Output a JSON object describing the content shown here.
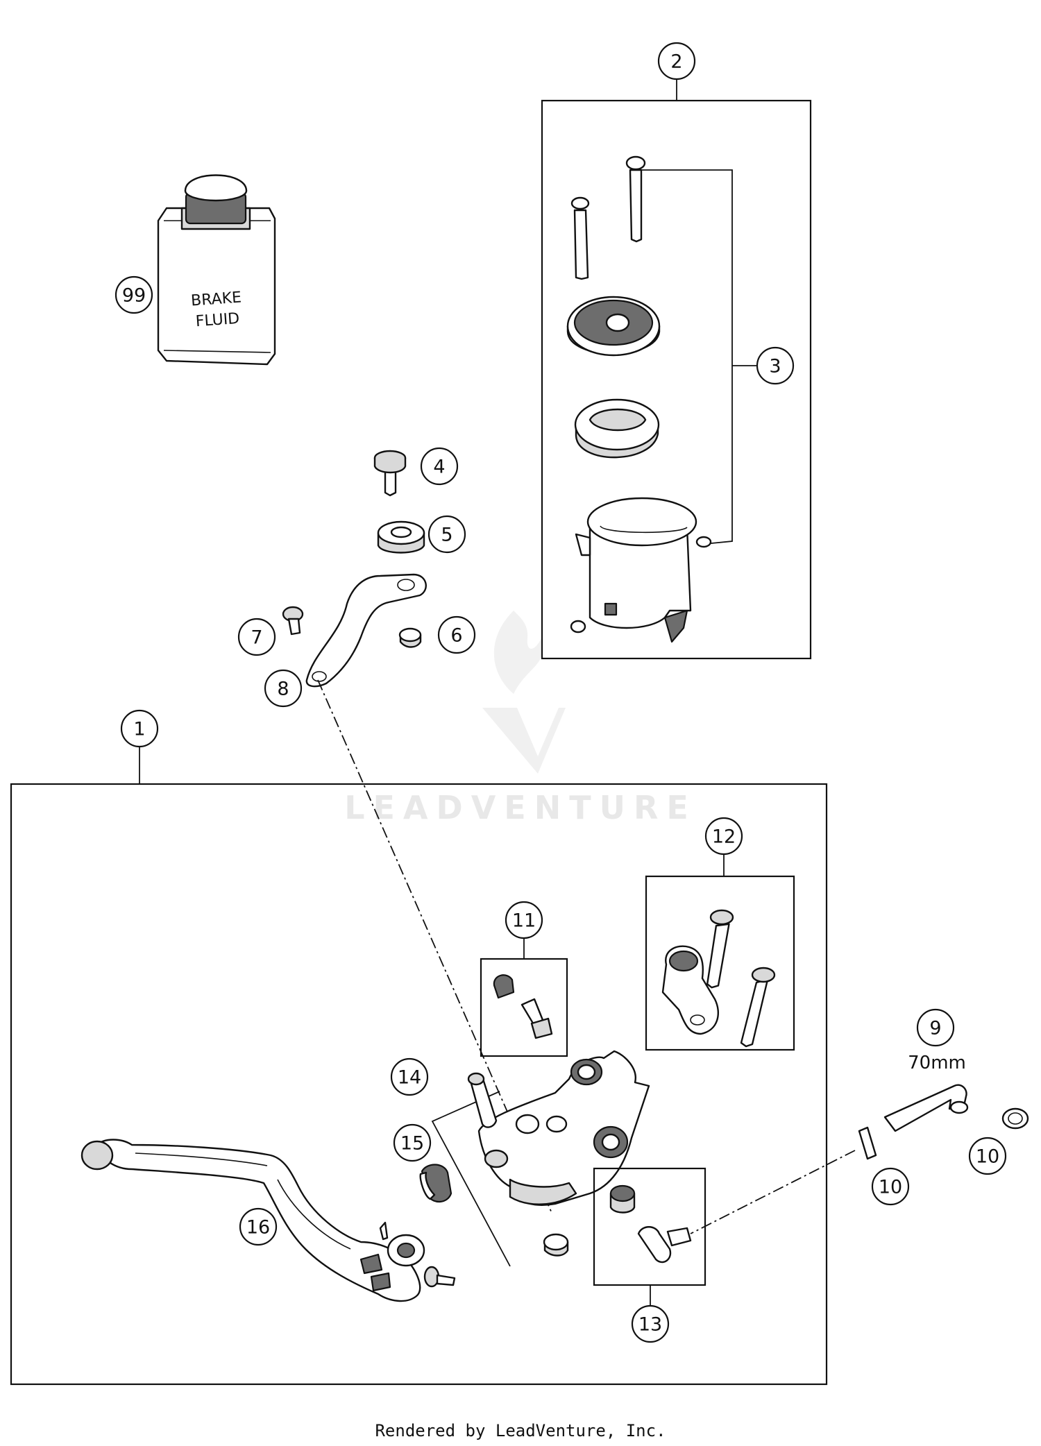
{
  "diagram": {
    "callouts": {
      "c1": "1",
      "c2": "2",
      "c3": "3",
      "c4": "4",
      "c5": "5",
      "c6": "6",
      "c7": "7",
      "c8": "8",
      "c9": "9",
      "c10a": "10",
      "c10b": "10",
      "c11": "11",
      "c12": "12",
      "c13": "13",
      "c14": "14",
      "c15": "15",
      "c16": "16",
      "c99": "99"
    },
    "brake_fluid_label_line1": "BRAKE",
    "brake_fluid_label_line2": "FLUID",
    "hose_length": "70mm",
    "watermark_text": "LEADVENTURE"
  },
  "footer": {
    "credit": "Rendered by LeadVenture, Inc."
  },
  "colors": {
    "line": "#111111",
    "shade": "#d9d9d9",
    "dark": "#6d6d6d",
    "watermark": "#e6e6e6"
  }
}
